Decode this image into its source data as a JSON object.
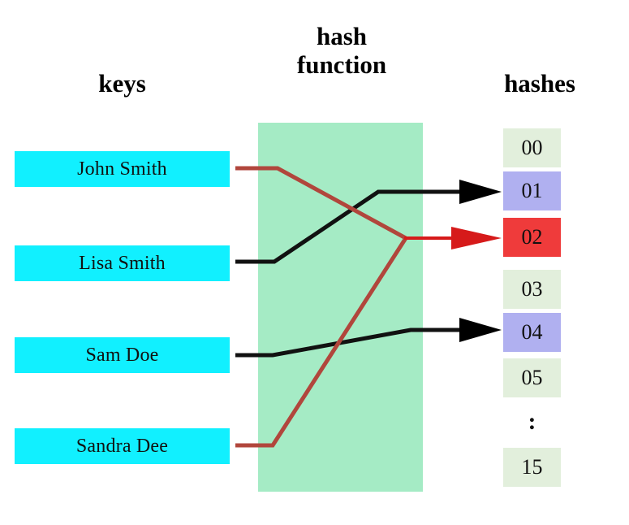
{
  "headings": {
    "keys": "keys",
    "hash_function": "hash\nfunction",
    "hashes": "hashes"
  },
  "colors": {
    "key_box": "#11f0ff",
    "hash_function_panel": "#a5ebc5",
    "cell_default": "#e2efdc",
    "cell_highlight": "#b0b0f0",
    "cell_collision": "#ef3b3b",
    "arrow_normal": "#000000",
    "arrow_collision": "#d61a1a",
    "line_normal": "#111111",
    "line_collision": "#b1463c",
    "background": "#ffffff",
    "text": "#111111"
  },
  "keys": [
    {
      "label": "John Smith",
      "maps_to": "02",
      "line_color": "collision"
    },
    {
      "label": "Lisa Smith",
      "maps_to": "01",
      "line_color": "normal"
    },
    {
      "label": "Sam Doe",
      "maps_to": "04",
      "line_color": "normal"
    },
    {
      "label": "Sandra Dee",
      "maps_to": "02",
      "line_color": "collision"
    }
  ],
  "hashes": [
    {
      "label": "00",
      "state": "empty"
    },
    {
      "label": "01",
      "state": "filled"
    },
    {
      "label": "02",
      "state": "collision"
    },
    {
      "label": "03",
      "state": "empty"
    },
    {
      "label": "04",
      "state": "filled"
    },
    {
      "label": "05",
      "state": "empty"
    },
    {
      "label": "15",
      "state": "empty"
    }
  ],
  "ellipsis": ":",
  "arrows": [
    {
      "name": "arrow-to-01",
      "color": "normal",
      "target": "01"
    },
    {
      "name": "arrow-to-02",
      "color": "collision",
      "target": "02"
    },
    {
      "name": "arrow-to-04",
      "color": "normal",
      "target": "04"
    }
  ]
}
